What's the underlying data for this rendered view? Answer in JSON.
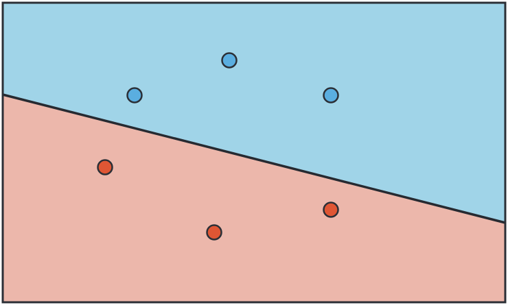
{
  "diagram": {
    "type": "linear-decision-boundary",
    "colors": {
      "frame_stroke": "#2b2f36",
      "boundary_line": "#262a31",
      "region_above": "#a0d4e8",
      "region_below": "#ecb7ab",
      "point_class_above": "#5aaee0",
      "point_class_below": "#df5634",
      "point_outline": "#2b2f36"
    },
    "regions": [
      {
        "name": "above-boundary",
        "color_key": "region_above"
      },
      {
        "name": "below-boundary",
        "color_key": "region_below"
      }
    ],
    "points": [
      {
        "class": "above",
        "label": "blue-point-1"
      },
      {
        "class": "above",
        "label": "blue-point-2"
      },
      {
        "class": "above",
        "label": "blue-point-3"
      },
      {
        "class": "below",
        "label": "red-point-1"
      },
      {
        "class": "below",
        "label": "red-point-2"
      },
      {
        "class": "below",
        "label": "red-point-3"
      }
    ]
  }
}
